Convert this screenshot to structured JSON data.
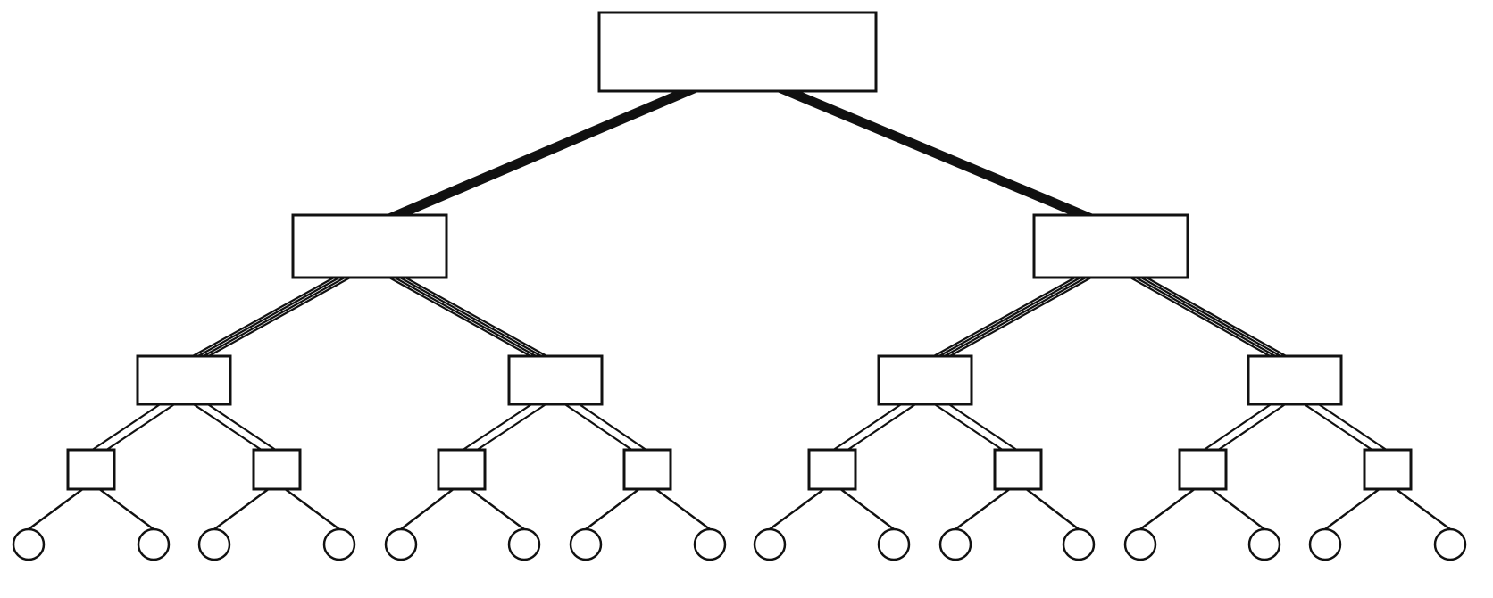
{
  "diagram": {
    "type": "fat-tree",
    "levels": 5,
    "stroke_color": "#111111",
    "fill_color": "#ffffff",
    "level_branching": [
      2,
      2,
      2,
      2
    ],
    "link_multiplicity": [
      8,
      4,
      2,
      1
    ],
    "node_shapes": [
      "rectangle",
      "rectangle",
      "rectangle",
      "square",
      "circle"
    ]
  }
}
